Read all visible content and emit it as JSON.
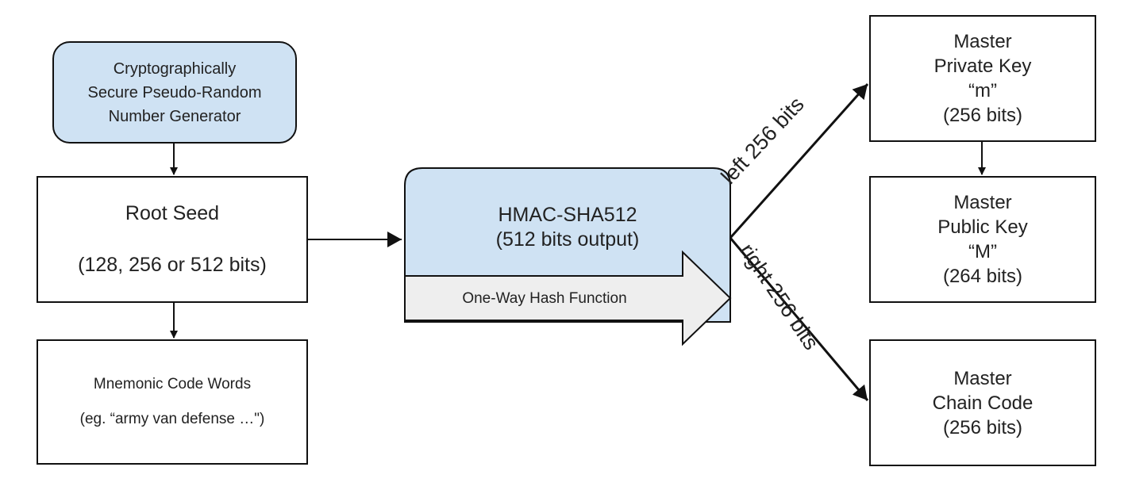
{
  "diagram": {
    "csprng": {
      "line1": "Cryptographically",
      "line2": "Secure Pseudo-Random",
      "line3": "Number Generator"
    },
    "root_seed": {
      "title": "Root Seed",
      "sizes": "(128, 256 or 512 bits)"
    },
    "mnemonic": {
      "title": "Mnemonic Code Words",
      "example": "(eg. “army van defense …\")"
    },
    "hmac": {
      "title": "HMAC-SHA512",
      "output": "(512 bits output)",
      "arrow_label": "One-Way Hash Function"
    },
    "split": {
      "left": "left 256 bits",
      "right": "right 256 bits"
    },
    "master_private": {
      "line1": "Master",
      "line2": "Private Key",
      "line3": "“m”",
      "line4": "(256 bits)"
    },
    "master_public": {
      "line1": "Master",
      "line2": "Public Key",
      "line3": "“M”",
      "line4": "(264 bits)"
    },
    "master_chain": {
      "line1": "Master",
      "line2": "Chain Code",
      "line3": "(256 bits)"
    },
    "colors": {
      "node_fill_blue": "#cfe2f3",
      "arrow_fill_gray": "#eeeeee",
      "stroke": "#111111"
    }
  }
}
